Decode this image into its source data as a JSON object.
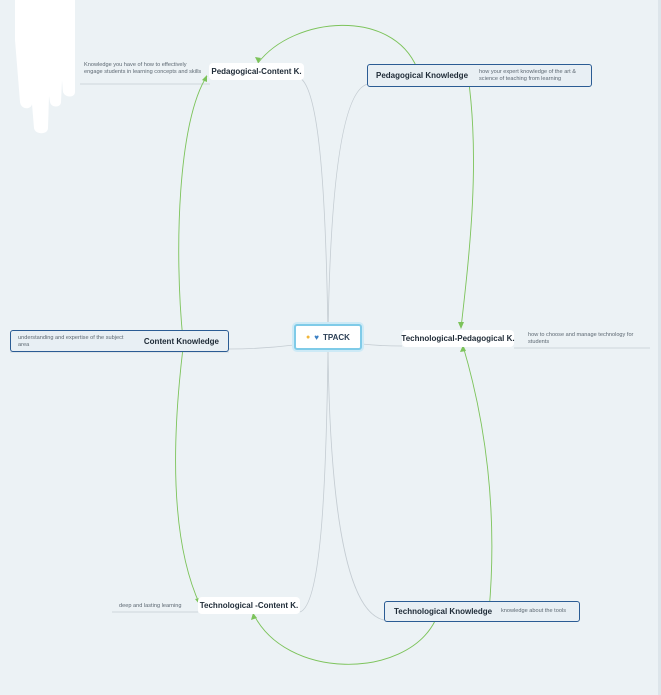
{
  "center": {
    "label": "TPACK",
    "icons": [
      "lightbulb-icon",
      "heart-icon"
    ]
  },
  "nodes": {
    "pck": {
      "label": "Pedagogical-Content K.",
      "note": "Knowledge you have of how to effectively engage  students in learning concepts and skills"
    },
    "pk": {
      "label": "Pedagogical Knowledge",
      "note": "how your expert knowledge of the art & science of teaching from learning"
    },
    "ck": {
      "label": "Content Knowledge",
      "note": "understanding and expertise of the subject area"
    },
    "tpk": {
      "label": "Technological-Pedagogical K.",
      "note": "how to choose and manage technology for students"
    },
    "tck": {
      "label": "Technological -Content K.",
      "note": "deep and lasting learning"
    },
    "tk": {
      "label": "Technological Knowledge",
      "note": "knowledge about the tools"
    }
  },
  "colors": {
    "background": "#ecf2f5",
    "relationship_line": "#7cc35a",
    "branch_line": "#c4ccd2",
    "outline": "#2b5c94",
    "center_border": "#7fcbe8"
  }
}
